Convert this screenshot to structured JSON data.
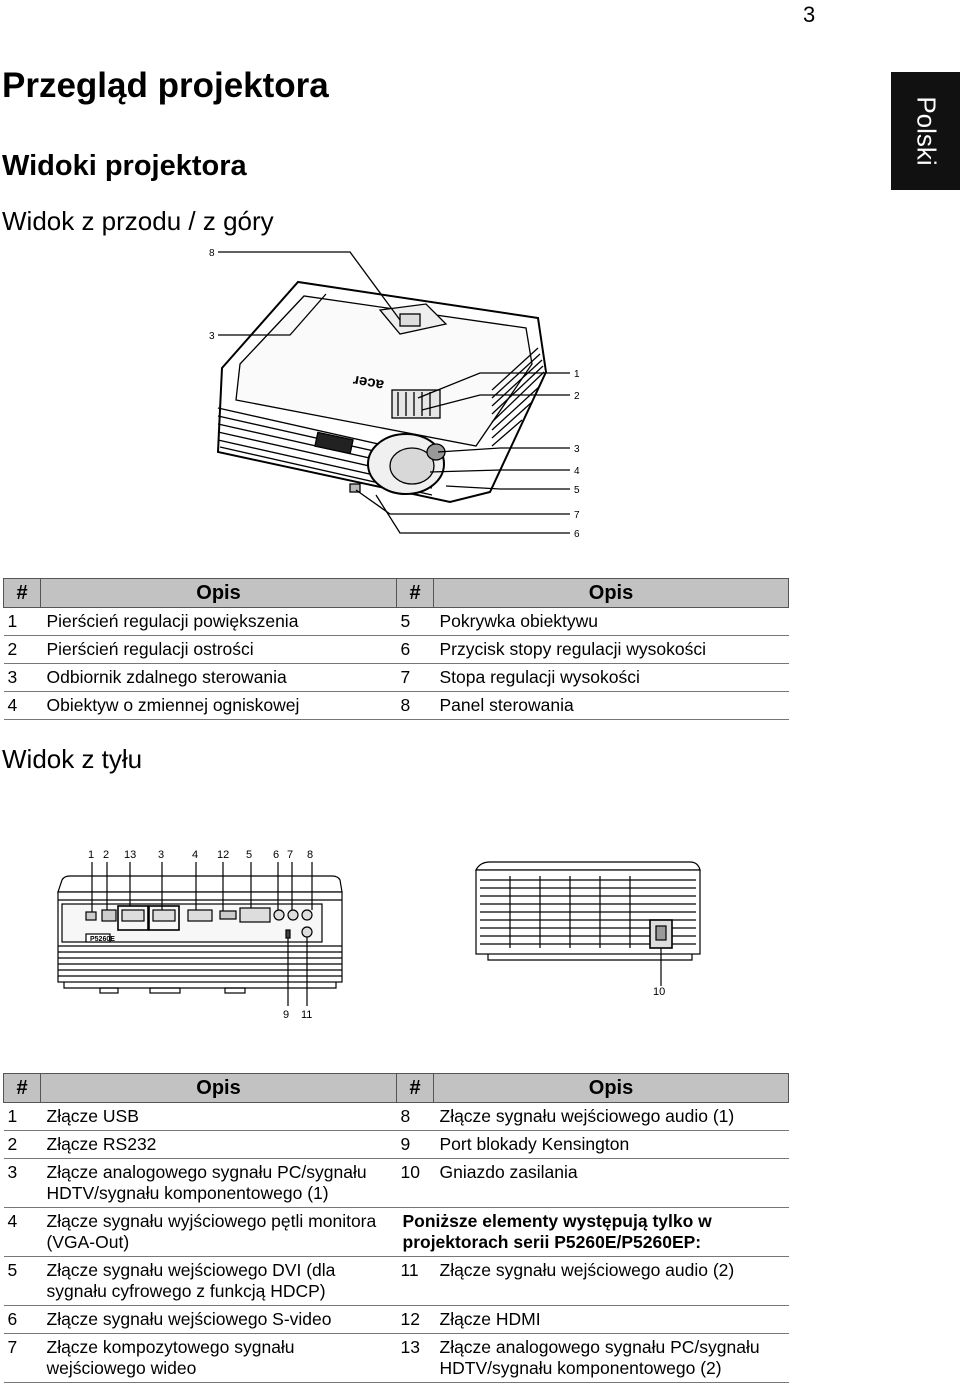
{
  "page_number": "3",
  "side_tab": "Polski",
  "title": "Przegląd projektora",
  "subtitle": "Widoki projektora",
  "front_view": {
    "heading": "Widok z przodu / z góry",
    "callouts": [
      "8",
      "3",
      "1",
      "2",
      "3",
      "4",
      "5",
      "7",
      "6"
    ],
    "logo_text": "acer",
    "table": {
      "headers": [
        "#",
        "Opis",
        "#",
        "Opis"
      ],
      "rows": [
        {
          "n1": "1",
          "d1": "Pierścień regulacji powiększenia",
          "n2": "5",
          "d2": "Pokrywka obiektywu"
        },
        {
          "n1": "2",
          "d1": "Pierścień regulacji ostrości",
          "n2": "6",
          "d2": "Przycisk stopy regulacji wysokości"
        },
        {
          "n1": "3",
          "d1": "Odbiornik zdalnego sterowania",
          "n2": "7",
          "d2": "Stopa regulacji wysokości"
        },
        {
          "n1": "4",
          "d1": "Obiektyw o zmiennej ogniskowej",
          "n2": "8",
          "d2": "Panel sterowania"
        }
      ]
    }
  },
  "rear_view": {
    "heading": "Widok z tyłu",
    "top_callouts": [
      "1",
      "2",
      "13",
      "3",
      "4",
      "12",
      "5",
      "6",
      "7",
      "8"
    ],
    "bottom_callouts": [
      "9",
      "11"
    ],
    "side_callout": "10",
    "model_badge": "P5260E",
    "table": {
      "headers": [
        "#",
        "Opis",
        "#",
        "Opis"
      ],
      "rows": [
        {
          "n1": "1",
          "d1": "Złącze USB",
          "n2": "8",
          "d2": "Złącze sygnału wejściowego audio (1)"
        },
        {
          "n1": "2",
          "d1": "Złącze RS232",
          "n2": "9",
          "d2": "Port blokady Kensington"
        },
        {
          "n1": "3",
          "d1": "Złącze analogowego sygnału PC/sygnału HDTV/sygnału komponentowego (1)",
          "n2": "10",
          "d2": "Gniazdo zasilania"
        },
        {
          "n1": "4",
          "d1": "Złącze sygnału wyjściowego pętli monitora (VGA-Out)",
          "note": "Poniższe elementy występują tylko w projektorach serii P5260E/P5260EP:"
        },
        {
          "n1": "5",
          "d1": "Złącze sygnału wejściowego DVI (dla sygnału cyfrowego z funkcją HDCP)",
          "n2": "11",
          "d2": "Złącze sygnału wejściowego audio (2)"
        },
        {
          "n1": "6",
          "d1": "Złącze sygnału wejściowego S-video",
          "n2": "12",
          "d2": "Złącze HDMI"
        },
        {
          "n1": "7",
          "d1": "Złącze kompozytowego sygnału wejściowego wideo",
          "n2": "13",
          "d2": "Złącze analogowego sygnału PC/sygnału HDTV/sygnału komponentowego (2)"
        }
      ]
    }
  }
}
